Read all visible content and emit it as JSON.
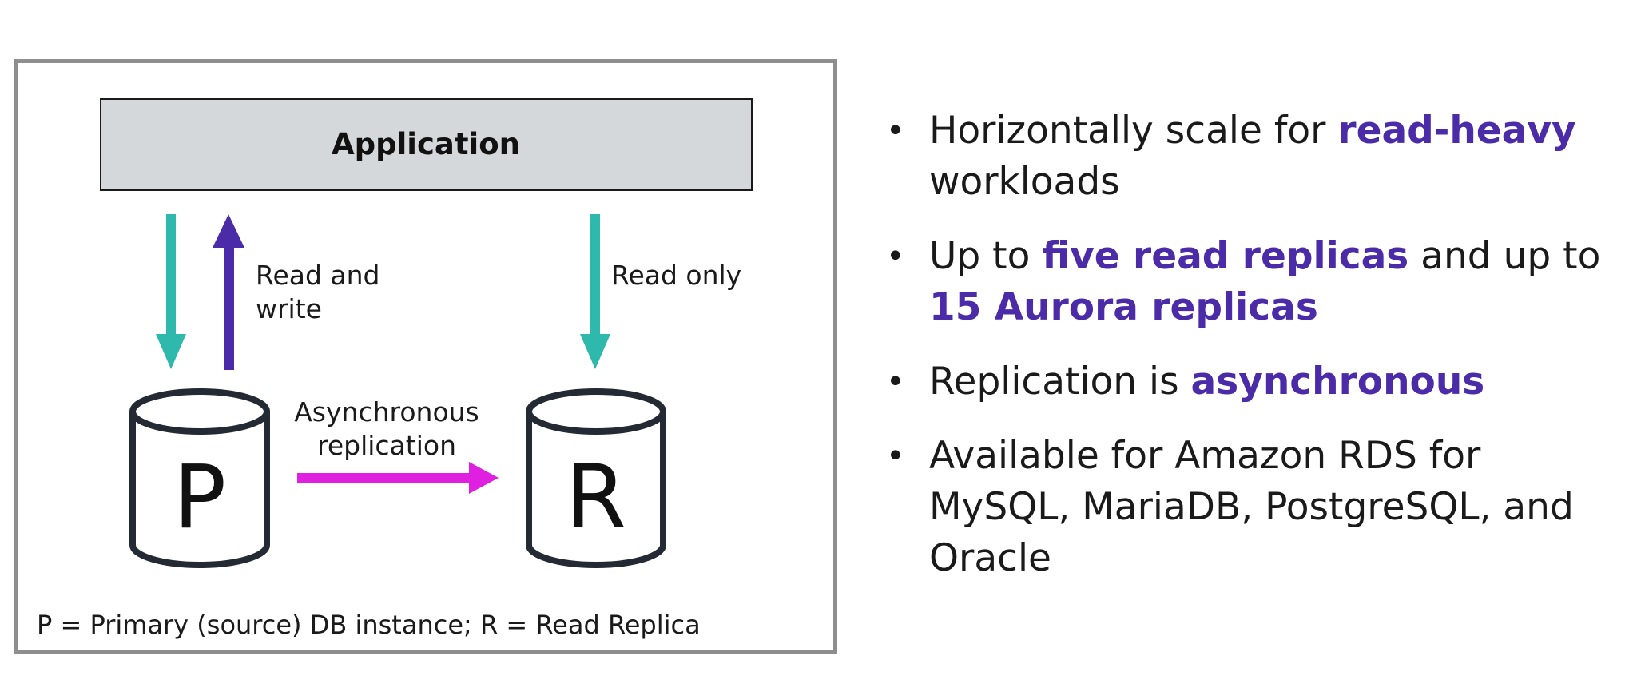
{
  "diagram": {
    "app_label": "Application",
    "read_write_label_line1": "Read and",
    "read_write_label_line2": "write",
    "read_only_label": "Read only",
    "async_label_line1": "Asynchronous",
    "async_label_line2": "replication",
    "primary_letter": "P",
    "replica_letter": "R",
    "footnote": "P = Primary (source) DB instance; R = Read Replica",
    "colors": {
      "teal_arrow": "#2fb8ac",
      "purple_arrow": "#4b2ba8",
      "magenta_arrow": "#e020e0",
      "app_box_fill": "#d5d8da",
      "frame_border": "#8e8e8e"
    }
  },
  "bullets": [
    {
      "parts": [
        {
          "text": "Horizontally scale for ",
          "highlight": false
        },
        {
          "text": "read-heavy",
          "highlight": true
        },
        {
          "text": " workloads",
          "highlight": false
        }
      ]
    },
    {
      "parts": [
        {
          "text": "Up to ",
          "highlight": false
        },
        {
          "text": "five read replicas",
          "highlight": true
        },
        {
          "text": " and up to ",
          "highlight": false
        },
        {
          "text": "15 Aurora replicas",
          "highlight": true
        }
      ]
    },
    {
      "parts": [
        {
          "text": "Replication is ",
          "highlight": false
        },
        {
          "text": "asynchronous",
          "highlight": true
        }
      ]
    },
    {
      "parts": [
        {
          "text": "Available for Amazon RDS for MySQL, MariaDB, PostgreSQL, and Oracle",
          "highlight": false
        }
      ]
    }
  ],
  "bullet_symbol": "•",
  "highlight_color": "#4b2ba8"
}
